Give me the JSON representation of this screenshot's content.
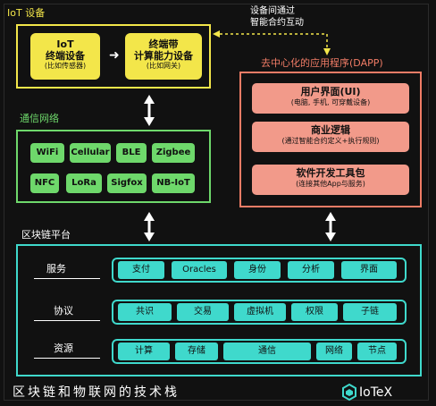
{
  "iot": {
    "title": "IoT 设备",
    "card1_title": "IoT\n终端设备",
    "card1_title_a": "IoT",
    "card1_title_b": "终端设备",
    "card1_sub": "(比如传感器)",
    "card2_title_a": "终端带",
    "card2_title_b": "计算能力设备",
    "card2_sub": "(比如网关)"
  },
  "interaction": {
    "line1": "设备间通过",
    "line2": "智能合约互动"
  },
  "network": {
    "title": "通信网络",
    "chips": [
      "WiFi",
      "Cellular",
      "BLE",
      "Zigbee",
      "NFC",
      "LoRa",
      "Sigfox",
      "NB-IoT"
    ]
  },
  "dapp": {
    "title": "去中心化的应用程序(DAPP)",
    "cards": [
      {
        "title": "用户界面(UI)",
        "sub": "(电脑, 手机, 可穿戴设备)"
      },
      {
        "title": "商业逻辑",
        "sub": "(通过智能合约定义+执行规则)"
      },
      {
        "title": "软件开发工具包",
        "sub": "(连接其他App与服务)"
      }
    ]
  },
  "chain": {
    "title": "区块链平台",
    "rows": [
      {
        "label": "服务",
        "cells": [
          "支付",
          "Oracles",
          "身份",
          "分析",
          "界面"
        ]
      },
      {
        "label": "协议",
        "cells": [
          "共识",
          "交易",
          "虚拟机",
          "权限",
          "子链"
        ]
      },
      {
        "label": "资源",
        "cells": [
          "计算",
          "存储",
          "通信",
          "网络",
          "节点"
        ]
      }
    ]
  },
  "footer": {
    "title": "区块链和物联网的技术栈",
    "logo_text": "IoTeX"
  },
  "colors": {
    "yellow": "#f3e64a",
    "green": "#6ed86b",
    "salmon": "#f07c66",
    "cyan": "#3fd9cc",
    "background": "#111111"
  }
}
